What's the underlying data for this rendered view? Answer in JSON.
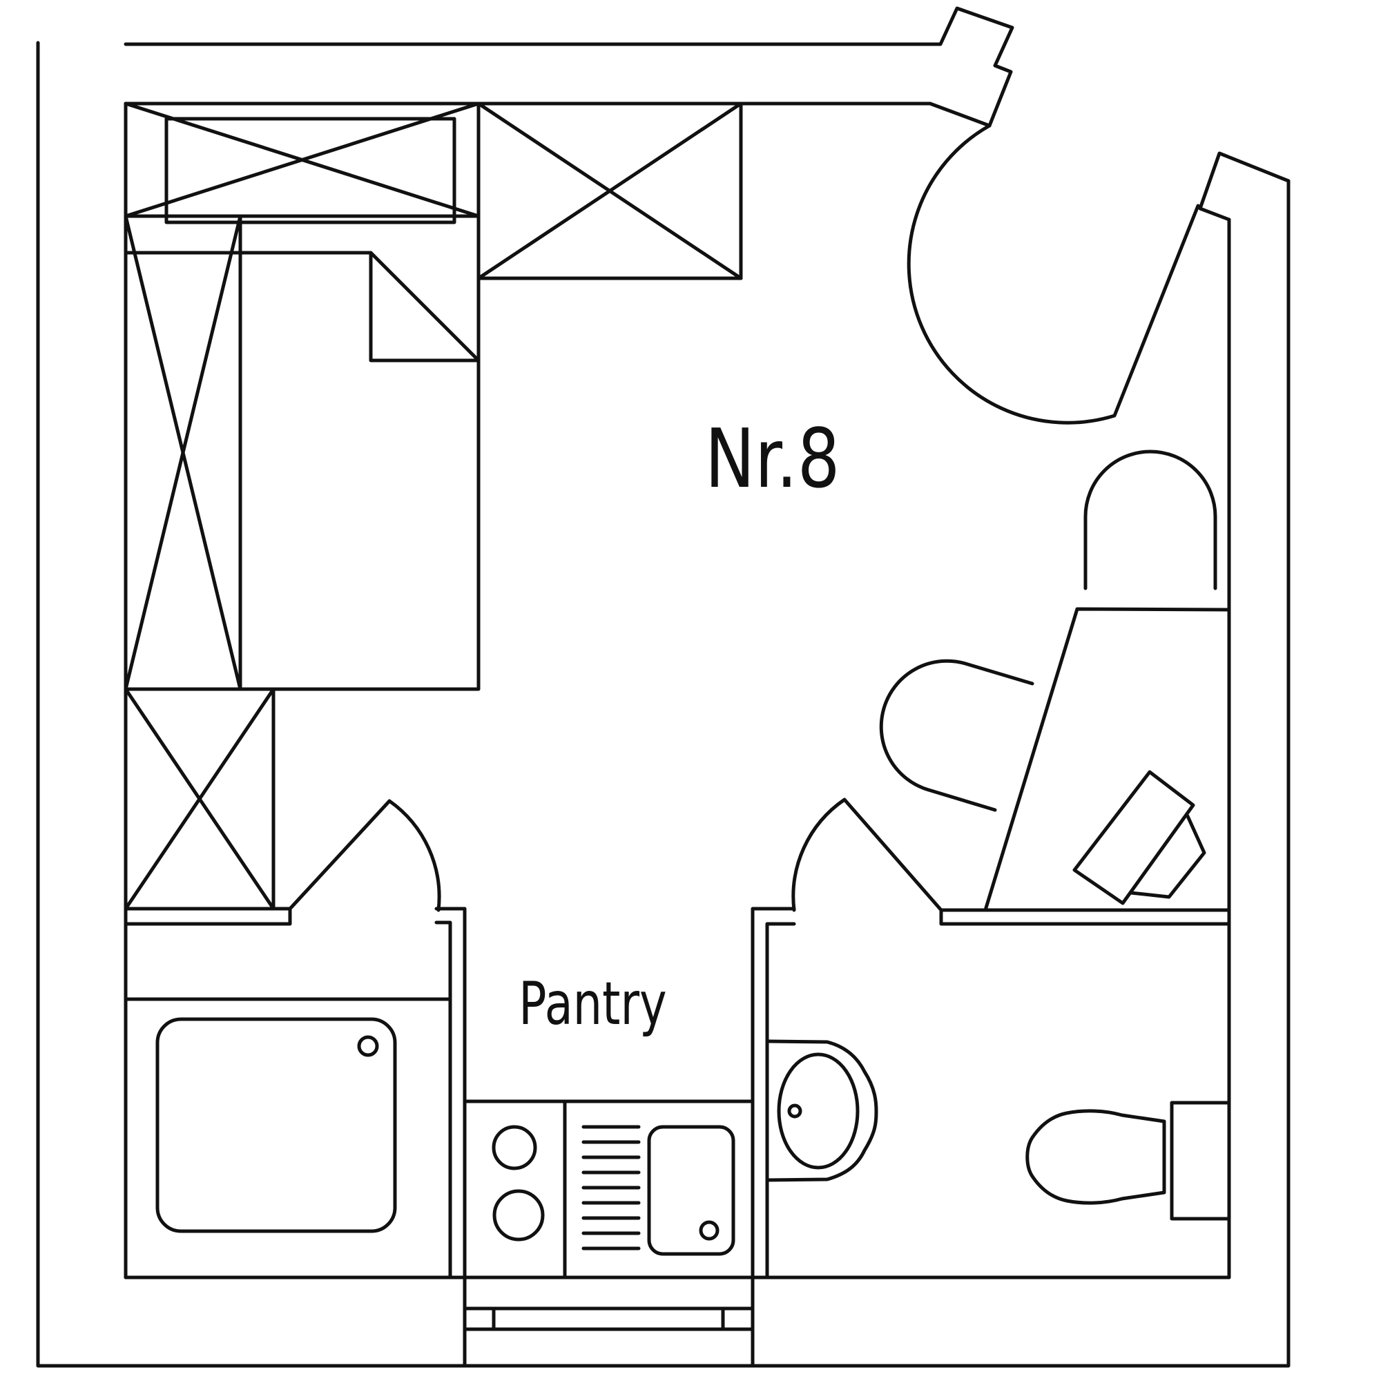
{
  "plan": {
    "rooms": [
      {
        "id": "main",
        "label": "Nr.8"
      },
      {
        "id": "pantry",
        "label": "Pantry"
      }
    ],
    "line_color": "#111111",
    "background": "#ffffff"
  }
}
